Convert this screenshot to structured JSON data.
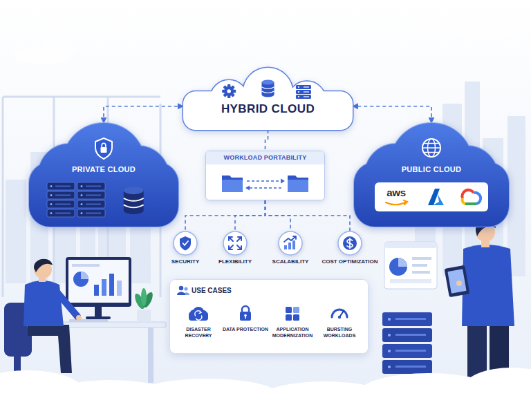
{
  "diagram": {
    "nodes": [
      {
        "text": [
          "HYBRID CLOUD"
        ]
      },
      {
        "text": [
          "PRIVATE CLOUD"
        ]
      },
      {
        "text": [
          "PUBLIC CLOUD",
          "aws"
        ]
      },
      {
        "text": [
          "WORKLOAD PORTABILITY"
        ]
      },
      {
        "text": [
          "SECURITY"
        ]
      },
      {
        "text": [
          "FLEXIBILITY"
        ]
      },
      {
        "text": [
          "SCALABILITY"
        ]
      },
      {
        "text": [
          "COST OPTIMIZATION"
        ]
      },
      {
        "text": [
          "USE CASES"
        ]
      },
      {
        "text": [
          "DISASTER RECOVERY"
        ],
        "in": 8
      },
      {
        "text": [
          "DATA PROTECTION"
        ],
        "in": 8
      },
      {
        "text": [
          "APPLICATION MODERNIZATION"
        ],
        "in": 8
      },
      {
        "text": [
          "BURSTING WORKLOADS"
        ],
        "in": 8
      }
    ],
    "edges": [
      {
        "from": 1,
        "to": 0,
        "arrow": "both"
      },
      {
        "from": 2,
        "to": 0,
        "arrow": "both"
      },
      {
        "from": 0,
        "to": 3,
        "arrow": "none"
      },
      {
        "from": 3,
        "to": 4,
        "arrow": "none"
      },
      {
        "from": 3,
        "to": 5,
        "arrow": "none"
      },
      {
        "from": 3,
        "to": 6,
        "arrow": "none"
      },
      {
        "from": 3,
        "to": 7,
        "arrow": "none"
      }
    ]
  }
}
